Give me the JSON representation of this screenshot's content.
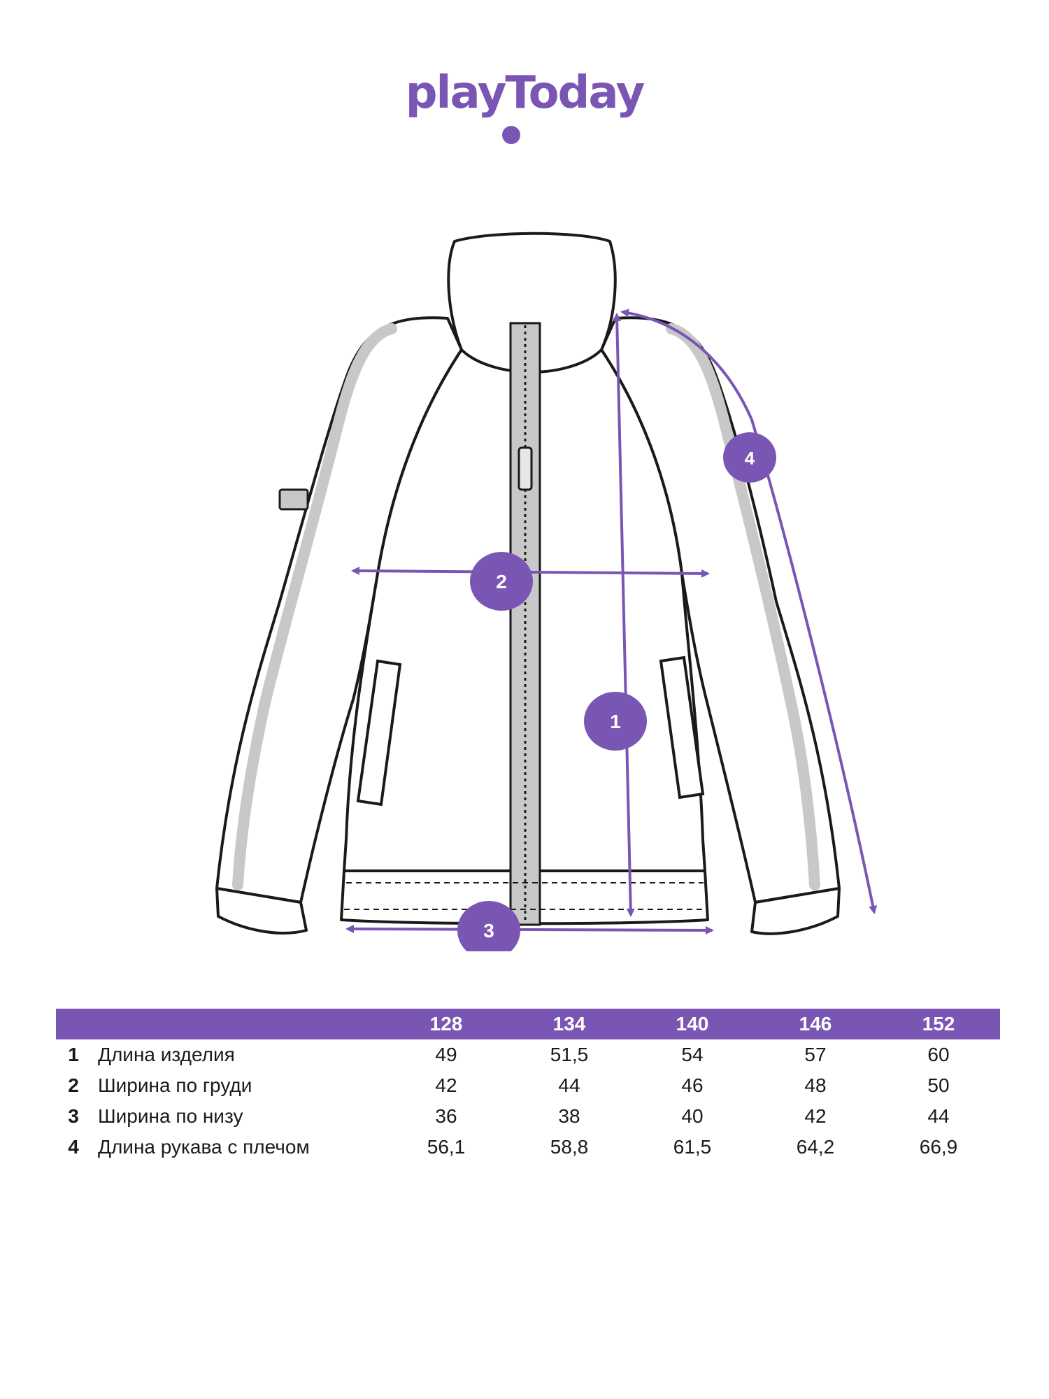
{
  "brand": {
    "logo_text": "playToday",
    "color": "#7a56b4"
  },
  "diagram": {
    "markers": [
      "1",
      "2",
      "3",
      "4"
    ],
    "line_color": "#1a1a1a",
    "trim_color": "#c8c8c8"
  },
  "size_table": {
    "header_bg": "#7a56b4",
    "sizes": [
      "128",
      "134",
      "140",
      "146",
      "152"
    ],
    "rows": [
      {
        "num": "1",
        "label": "Длина изделия",
        "values": [
          "49",
          "51,5",
          "54",
          "57",
          "60"
        ]
      },
      {
        "num": "2",
        "label": "Ширина по груди",
        "values": [
          "42",
          "44",
          "46",
          "48",
          "50"
        ]
      },
      {
        "num": "3",
        "label": "Ширина по низу",
        "values": [
          "36",
          "38",
          "40",
          "42",
          "44"
        ]
      },
      {
        "num": "4",
        "label": "Длина рукава с плечом",
        "values": [
          "56,1",
          "58,8",
          "61,5",
          "64,2",
          "66,9"
        ]
      }
    ]
  }
}
